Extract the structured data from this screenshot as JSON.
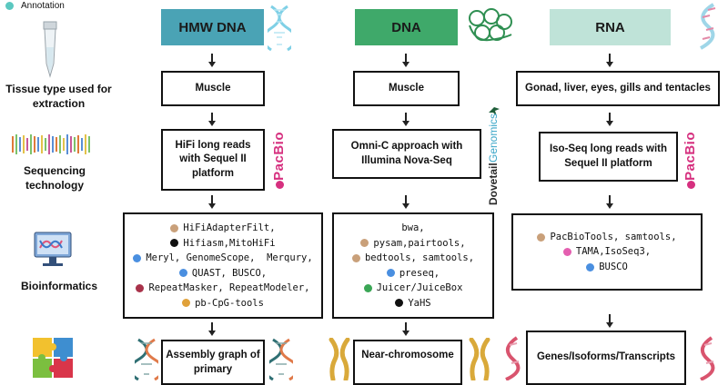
{
  "legend": {
    "annotation": "Annotation"
  },
  "left_labels": {
    "tissue": "Tissue type used for extraction",
    "sequencing": "Sequencing technology",
    "bioinformatics": "Bioinformatics"
  },
  "columns": {
    "hmw": {
      "header": "HMW DNA",
      "tissue": "Muscle",
      "sequencing": "HiFi long reads with Sequel II platform",
      "output": "Assembly graph of primary"
    },
    "dna": {
      "header": "DNA",
      "tissue": "Muscle",
      "sequencing": "Omni-C approach with Illumina Nova-Seq",
      "output": "Near-chromosome"
    },
    "rna": {
      "header": "RNA",
      "tissue": "Gonad, liver, eyes, gills and tentacles",
      "sequencing": "Iso-Seq long reads with Sequel II platform",
      "output": "Genes/Isoforms/Transcripts"
    }
  },
  "logos": {
    "pacbio": "PacBio",
    "dovetail_a": "Dovetail",
    "dovetail_b": "Genomics"
  },
  "tools": {
    "hmw": [
      {
        "text": "HiFiAdapterFilt,",
        "color": "#c9a07a"
      },
      {
        "text": "Hifiasm,MitoHiFi",
        "color": "#111111"
      },
      {
        "text": "Meryl, GenomeScope,  Merqury,",
        "color": "#4a8fe0"
      },
      {
        "text": "QUAST, BUSCO,",
        "color": "#4a8fe0"
      },
      {
        "text": "RepeatMasker, RepeatModeler,",
        "color": "#a8324a"
      },
      {
        "text": "pb-CpG-tools",
        "color": "#e0a13a"
      }
    ],
    "dna": [
      {
        "text": "bwa,",
        "color": ""
      },
      {
        "text": "pysam,pairtools,",
        "color": "#c9a07a"
      },
      {
        "text": "bedtools, samtools,",
        "color": "#c9a07a"
      },
      {
        "text": "preseq,",
        "color": "#4a8fe0"
      },
      {
        "text": "Juicer/JuiceBox",
        "color": "#3aa655"
      },
      {
        "text": "YaHS",
        "color": "#111111"
      }
    ],
    "rna": [
      {
        "text": "PacBioTools, samtools,",
        "color": "#c9a07a"
      },
      {
        "text": "TAMA,IsoSeq3,",
        "color": "#e45fb0"
      },
      {
        "text": "BUSCO",
        "color": "#4a8fe0"
      }
    ]
  },
  "colors": {
    "hmw_header": "#4aa3b5",
    "dna_header": "#3fa96a",
    "rna_header": "#bfe3d8",
    "pacbio": "#d6307f"
  }
}
